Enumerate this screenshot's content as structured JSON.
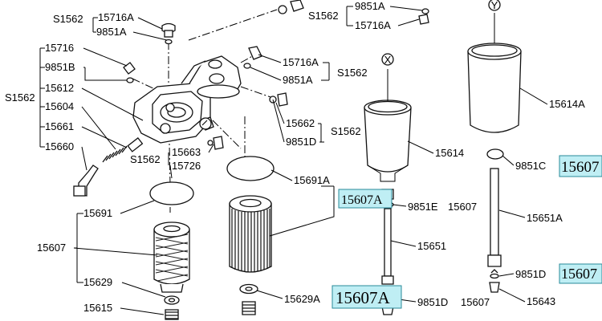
{
  "labels": {
    "s1562_a": "S1562",
    "p15716a_a": "15716A",
    "p9851a_a": "9851A",
    "s1562_b": "S1562",
    "p9851a_b": "9851A",
    "p15716a_b": "15716A",
    "s1562_main": "S1562",
    "p15716": "15716",
    "p9851b": "9851B",
    "p15612": "15612",
    "p15604": "15604",
    "p15661": "15661",
    "p15660": "15660",
    "p15716a_c": "15716A",
    "p9851a_c": "9851A",
    "s1562_c": "S1562",
    "p15662": "15662",
    "s1562_d": "S1562",
    "p9851d_a": "9851D",
    "p15663": "15663",
    "s1562_e": "S1562",
    "p15726": "15726",
    "p15691": "15691",
    "p15607_left": "15607",
    "p15629": "15629",
    "p15615": "15615",
    "p15691a": "15691A",
    "hl_15607a_mid": "15607A",
    "p9851e": "9851E",
    "p15607_e": "15607",
    "p15651": "15651",
    "p15629a": "15629A",
    "hl_15607a_big": "15607A",
    "p9851d_b": "9851D",
    "p15607_f": "15607",
    "p15614": "15614",
    "p15614a": "15614A",
    "p9851c": "9851C",
    "hl_15607_c": "15607",
    "p15651a": "15651A",
    "p9851d_c": "9851D",
    "hl_15607_d": "15607",
    "p15643": "15643",
    "marker_x": "X",
    "marker_y": "Y"
  }
}
